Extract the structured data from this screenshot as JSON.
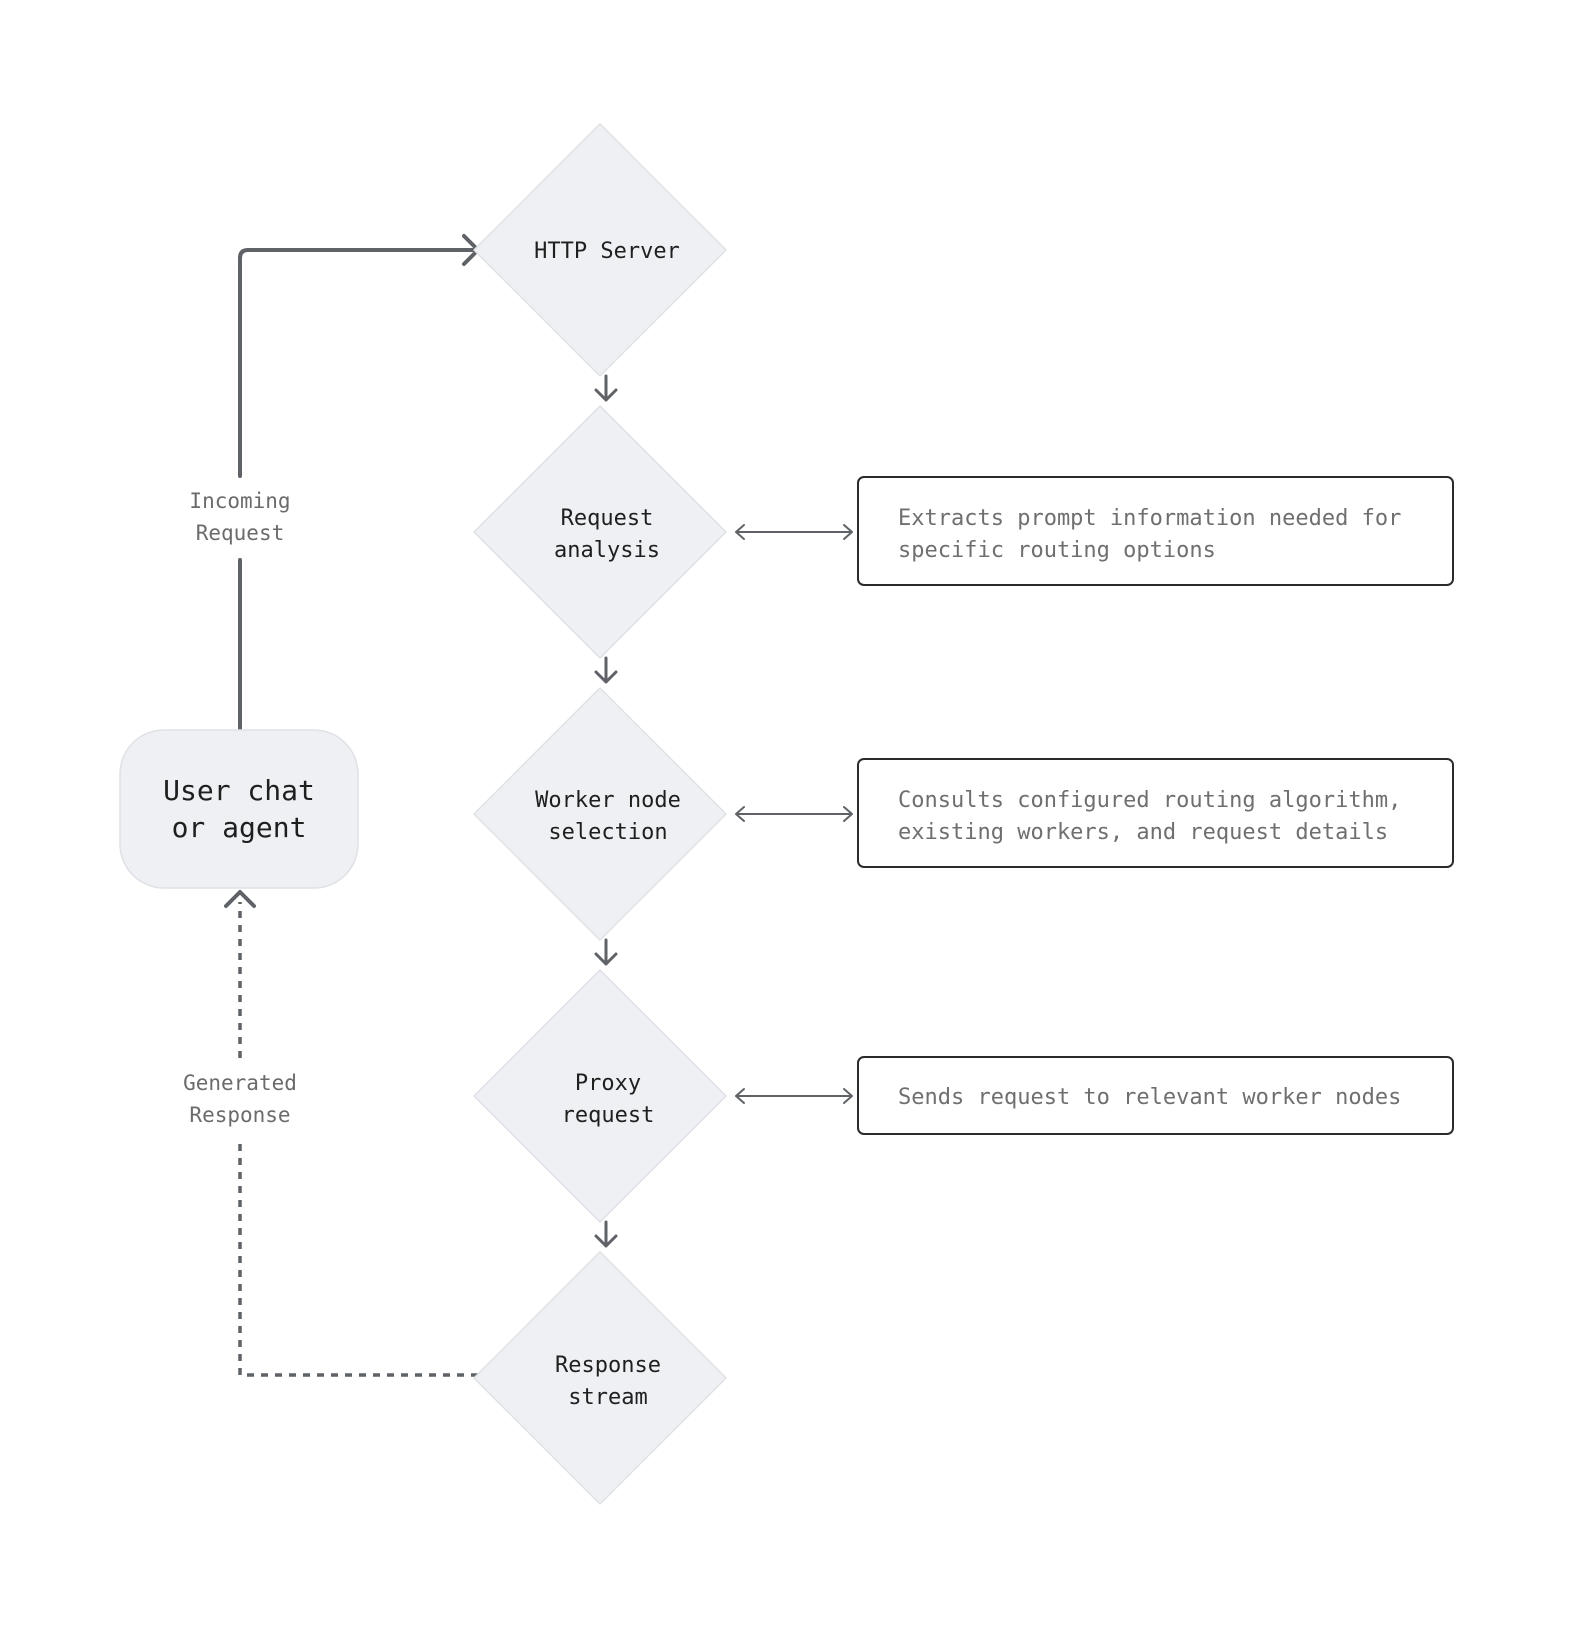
{
  "colors": {
    "node_fill": "#eef0f3",
    "node_stroke": "#dfe1e6",
    "edge": "#5f6266",
    "box_stroke": "#2b2b2b"
  },
  "user_node": {
    "lines": [
      "User chat",
      "or agent"
    ]
  },
  "edges": {
    "incoming": {
      "lines": [
        "Incoming",
        "Request"
      ],
      "style": "solid"
    },
    "response": {
      "lines": [
        "Generated",
        "Response"
      ],
      "style": "dashed"
    }
  },
  "steps": [
    {
      "lines": [
        "HTTP Server"
      ]
    },
    {
      "lines": [
        "Request",
        "analysis"
      ],
      "description": [
        "Extracts prompt information needed for",
        "specific routing options"
      ]
    },
    {
      "lines": [
        "Worker node",
        "selection"
      ],
      "description": [
        "Consults configured routing algorithm,",
        "existing workers, and request details"
      ]
    },
    {
      "lines": [
        "Proxy",
        "request"
      ],
      "description": [
        "Sends request to relevant worker nodes"
      ]
    },
    {
      "lines": [
        "Response",
        "stream"
      ]
    }
  ]
}
